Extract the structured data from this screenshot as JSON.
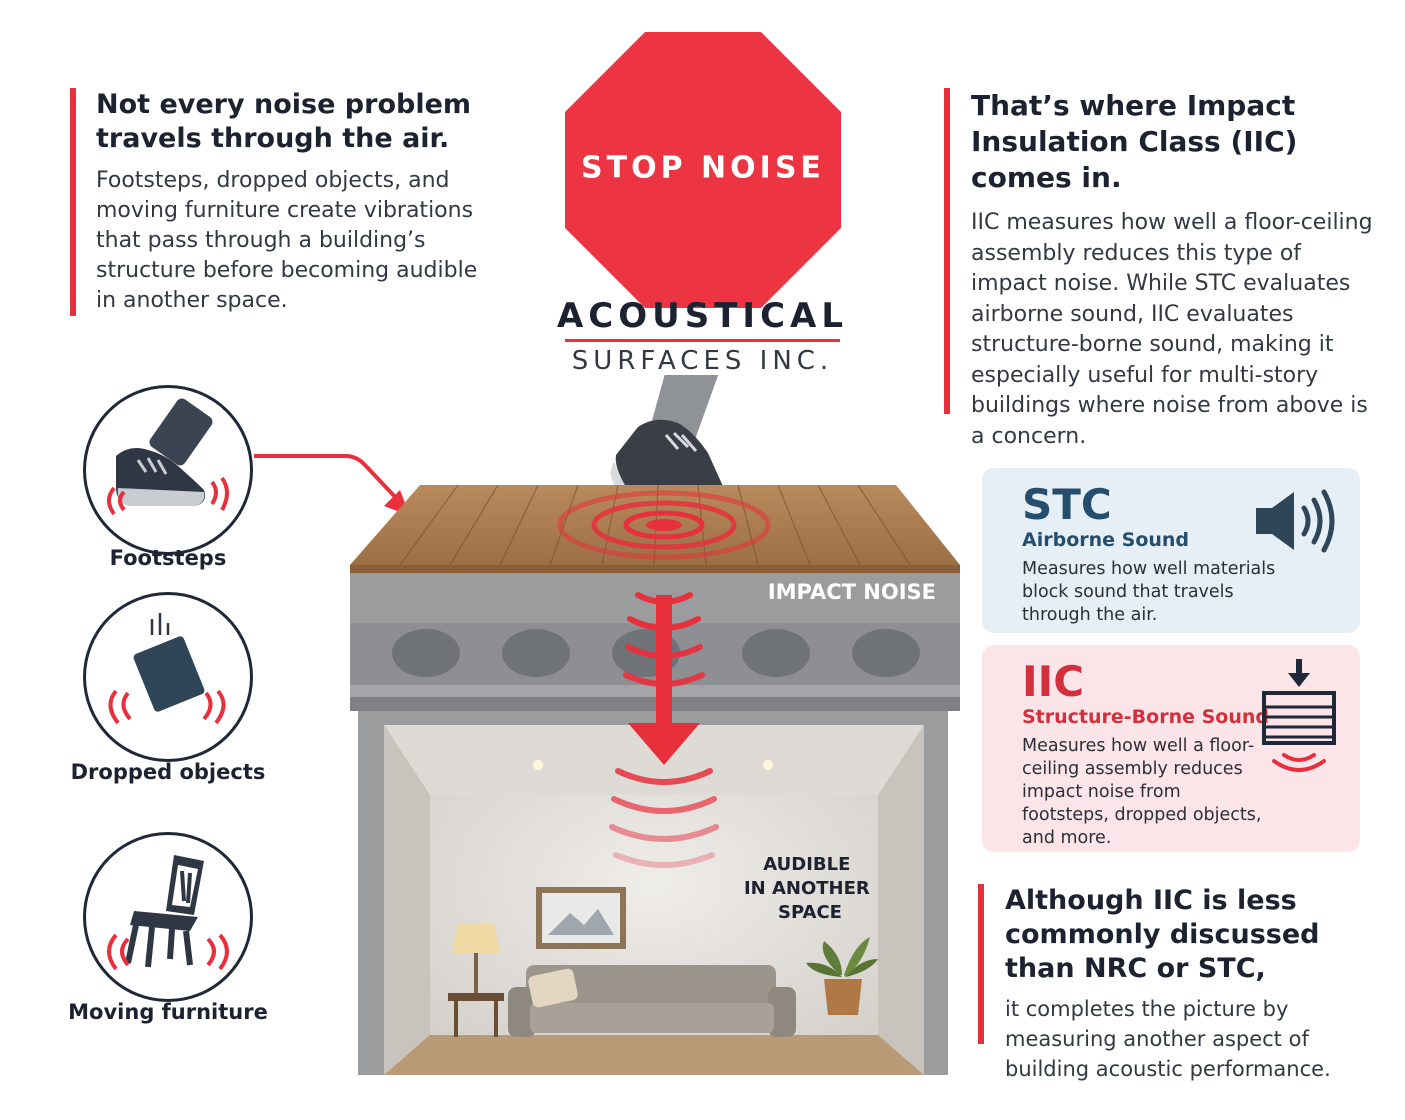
{
  "intro": {
    "heading": "Not every noise problem travels through the air.",
    "body": "Footsteps, dropped objects, and moving furniture create vibrations that pass through a building’s structure before becoming audible in another space."
  },
  "sign": {
    "text": "STOP NOISE"
  },
  "logo": {
    "main": "ACOUSTICAL",
    "sub": "SURFACES INC."
  },
  "iic_intro": {
    "heading": "That’s where Impact Insulation Class (IIC) comes in.",
    "body": "IIC measures how well a floor-ceiling assembly reduces this type of impact noise. While STC evaluates airborne sound, IIC evaluates structure-borne sound, making it especially useful for multi-story buildings where noise from above is a concern."
  },
  "sources": [
    {
      "label": "Footsteps",
      "icon": "shoe-icon"
    },
    {
      "label": "Dropped objects",
      "icon": "box-icon"
    },
    {
      "label": "Moving furniture",
      "icon": "chair-icon"
    }
  ],
  "illustration": {
    "impact_label": "IMPACT NOISE",
    "audible_label": "AUDIBLE IN ANOTHER SPACE"
  },
  "stc_card": {
    "title": "STC",
    "subtitle": "Airborne Sound",
    "description": "Measures how well materials block sound that travels through the air.",
    "icon": "speaker-icon"
  },
  "iic_card": {
    "title": "IIC",
    "subtitle": "Structure-Borne Sound",
    "description": "Measures how well a floor-ceiling assembly reduces impact noise from footsteps, dropped objects, and more.",
    "icon": "impact-layers-icon"
  },
  "closing": {
    "heading": "Although IIC is less commonly discussed than NRC or STC,",
    "body": "it completes the picture by measuring another aspect of building acoustic performance."
  },
  "colors": {
    "accent_red": "#e8303d",
    "navy": "#1f2838",
    "stc_blue": "#254e6e",
    "stc_bg": "#e5eff5",
    "iic_bg": "#fbe5e8"
  }
}
